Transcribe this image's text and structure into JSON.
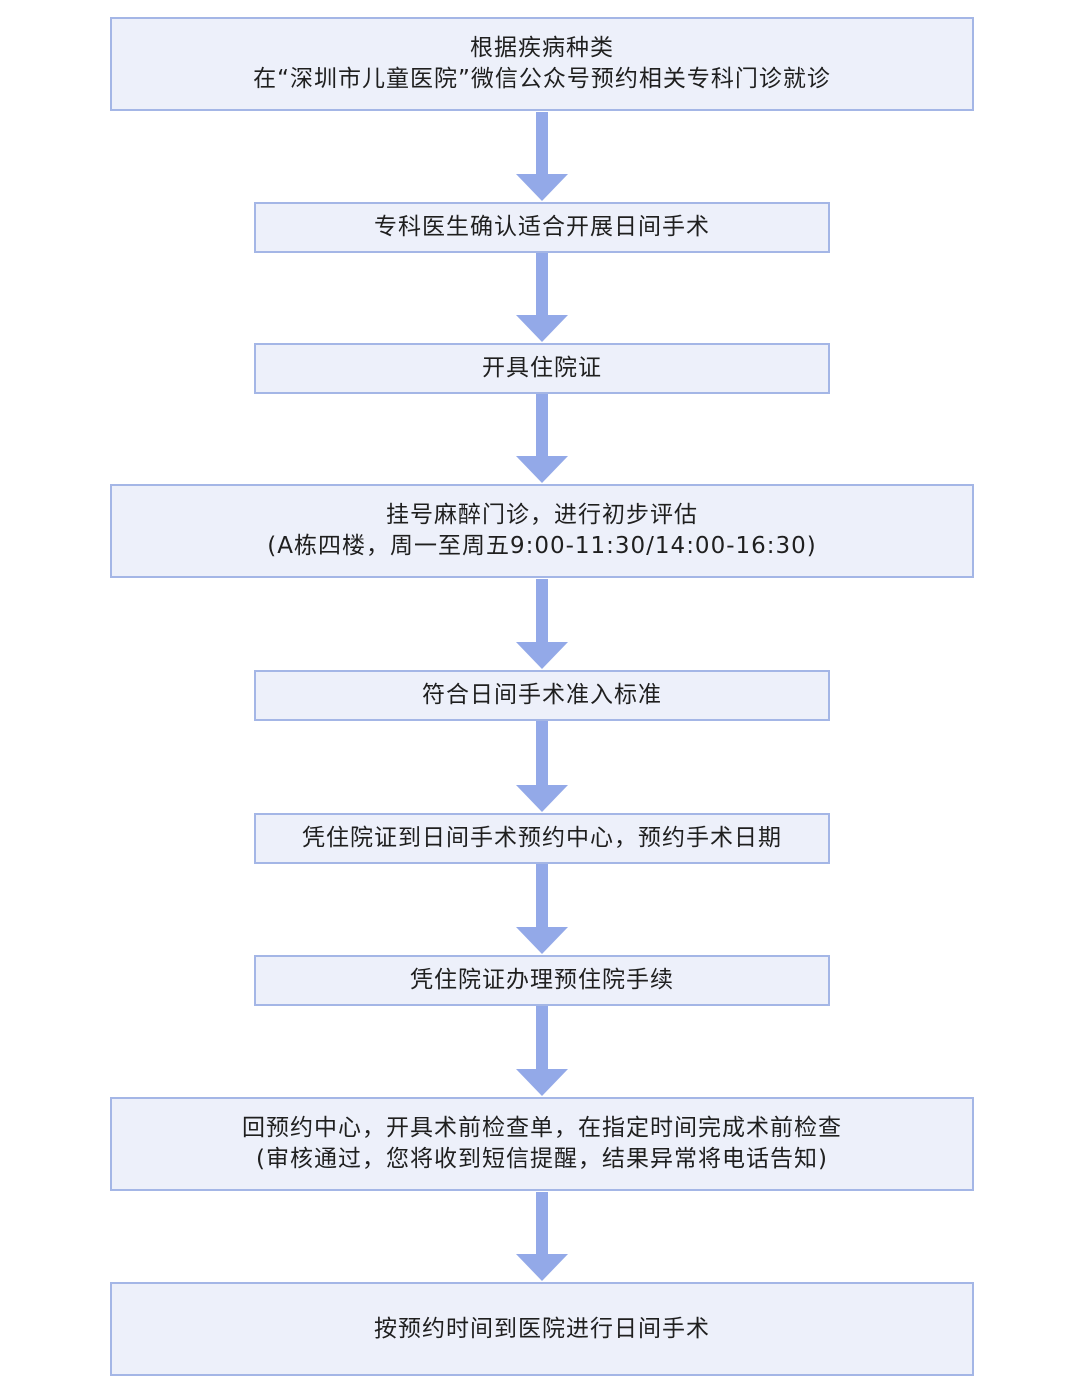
{
  "flowchart": {
    "steps": [
      {
        "lines": [
          "根据疾病种类",
          "在“深圳市儿童医院”微信公众号预约相关专科门诊就诊"
        ]
      },
      {
        "lines": [
          "专科医生确认适合开展日间手术"
        ]
      },
      {
        "lines": [
          "开具住院证"
        ]
      },
      {
        "lines": [
          "挂号麻醉门诊，进行初步评估",
          "(A栋四楼，周一至周五9:00-11:30/14:00-16:30)"
        ]
      },
      {
        "lines": [
          "符合日间手术准入标准"
        ]
      },
      {
        "lines": [
          "凭住院证到日间手术预约中心，预约手术日期"
        ]
      },
      {
        "lines": [
          "凭住院证办理预住院手续"
        ]
      },
      {
        "lines": [
          "回预约中心，开具术前检查单，在指定时间完成术前检查",
          "(审核通过，您将收到短信提醒，结果异常将电话告知)"
        ]
      },
      {
        "lines": [
          "按预约时间到医院进行日间手术"
        ]
      }
    ],
    "colors": {
      "box_fill": "#edf0fa",
      "box_border": "#a4b6e6",
      "arrow": "#93a9e8",
      "text": "#1f1f1f"
    }
  }
}
